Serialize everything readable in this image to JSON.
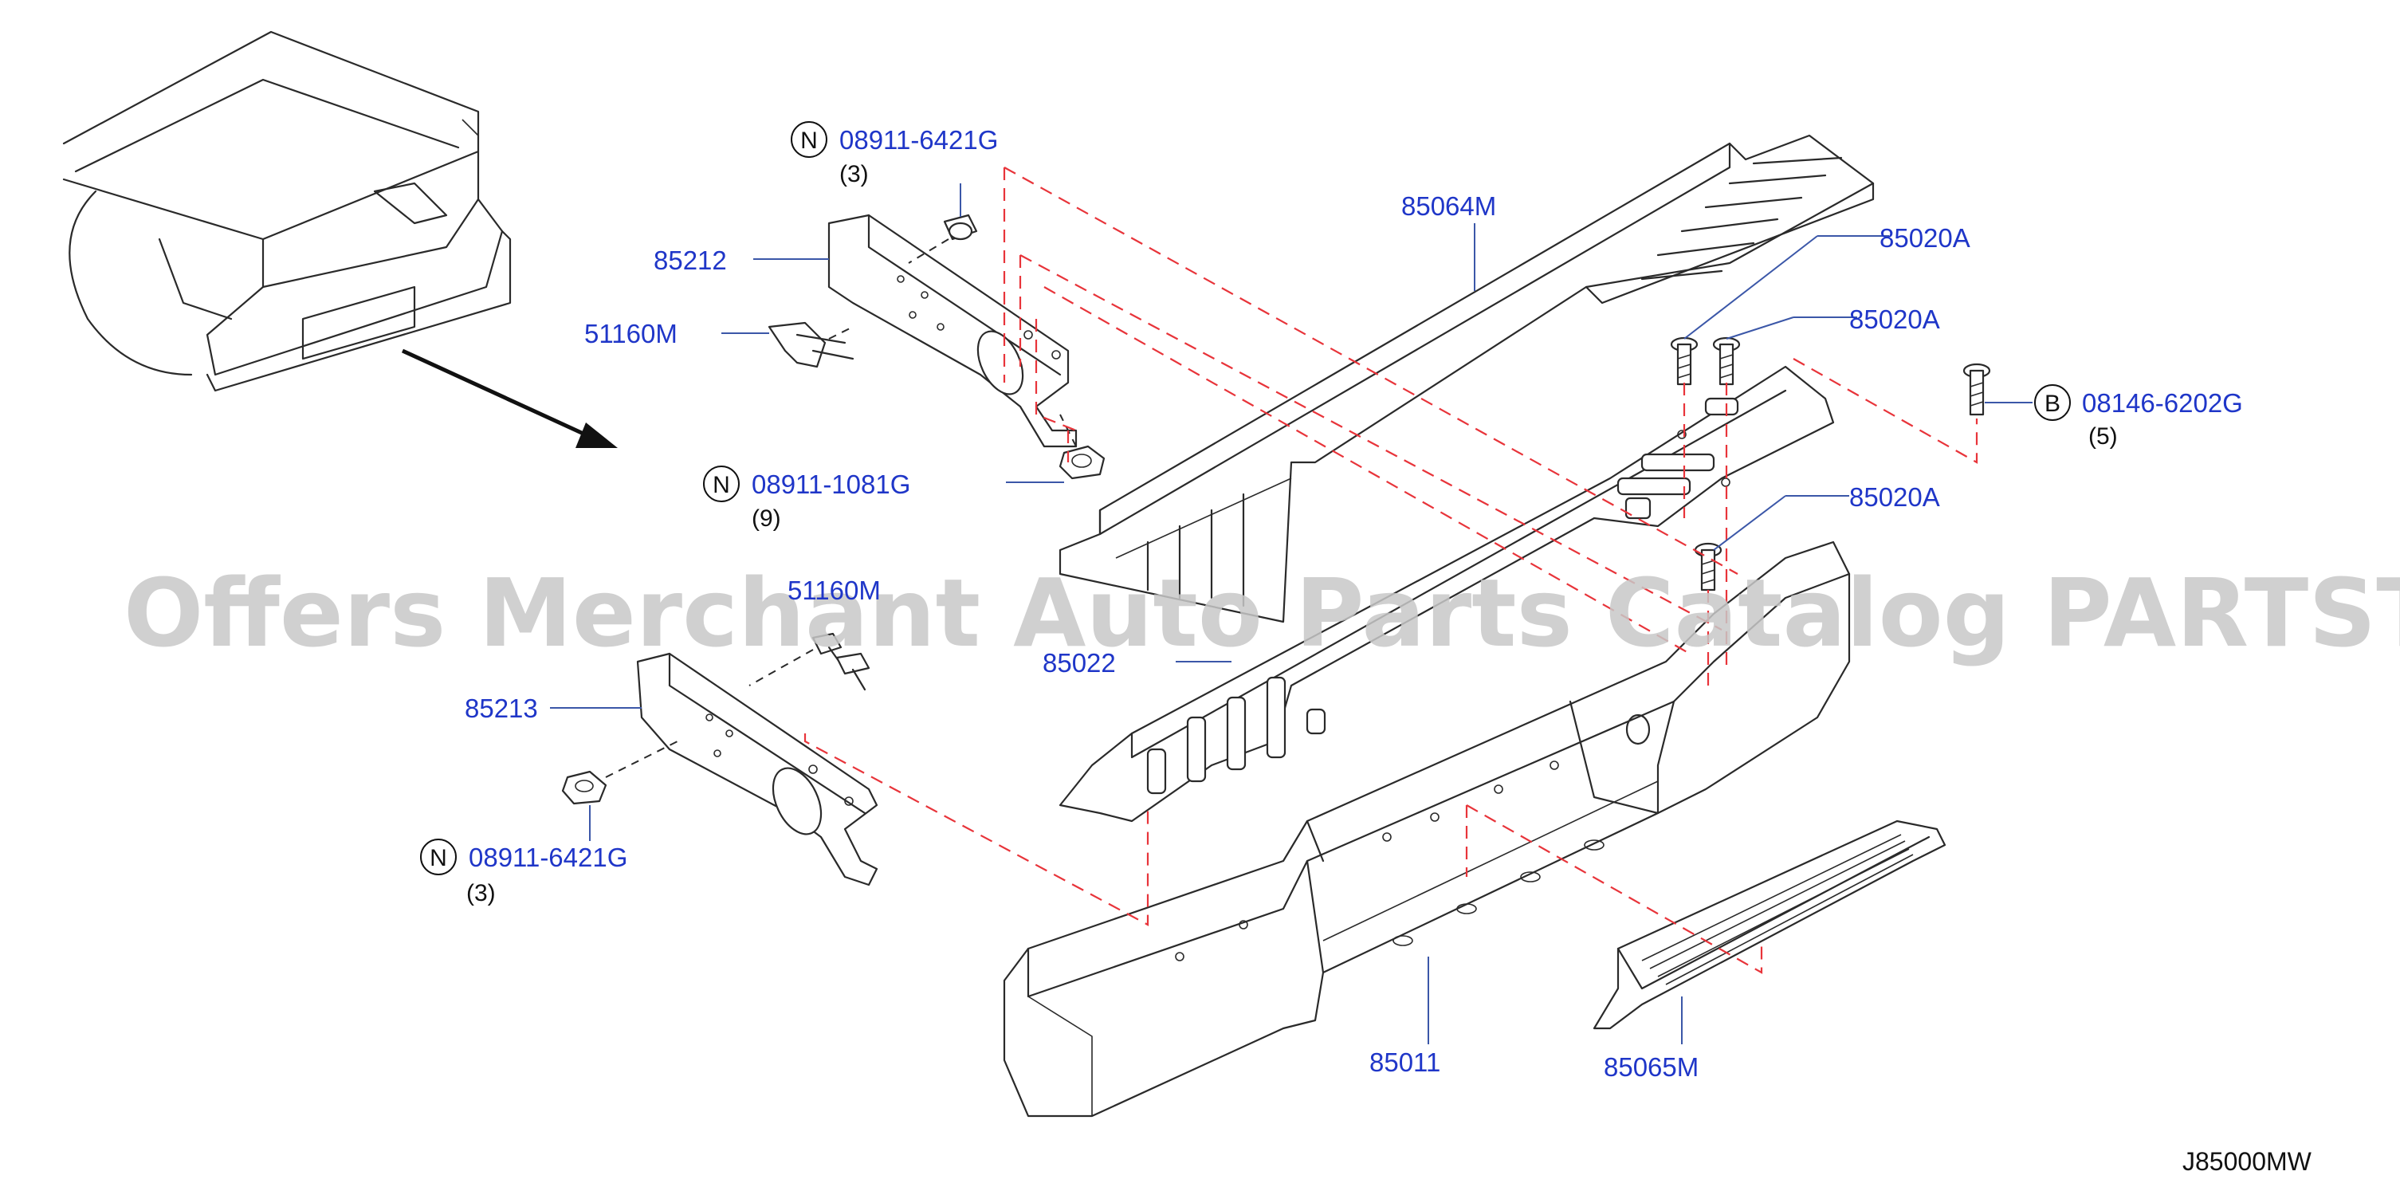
{
  "watermark": "Offers Merchant Auto Parts Catalog PARTSTORE.SA",
  "diagram_code": "J85000MW",
  "colors": {
    "part_number": "#1f36c8",
    "leader": "#3b57a8",
    "dashed_guide": "#e8343a",
    "linework": "#2a2a2a",
    "watermark": "#c8c8c8"
  },
  "callouts": [
    {
      "id": "nut-top",
      "prefix": "N",
      "part_number": "08911-6421G",
      "qty": "(3)"
    },
    {
      "id": "nut-mid",
      "prefix": "N",
      "part_number": "08911-1081G",
      "qty": "(9)"
    },
    {
      "id": "nut-bottom",
      "prefix": "N",
      "part_number": "08911-6421G",
      "qty": "(3)"
    },
    {
      "id": "bolt-right",
      "prefix": "B",
      "part_number": "08146-6202G",
      "qty": "(5)"
    }
  ],
  "labels": {
    "bracket_right": "85212",
    "bolt_top": "51160M",
    "bolt_lower": "51160M",
    "bracket_left": "85213",
    "step_top": "85064M",
    "bolt_a1": "85020A",
    "bolt_a2": "85020A",
    "bolt_a3": "85020A",
    "reinforcement": "85022",
    "bumper": "85011",
    "step_lower": "85065M"
  }
}
